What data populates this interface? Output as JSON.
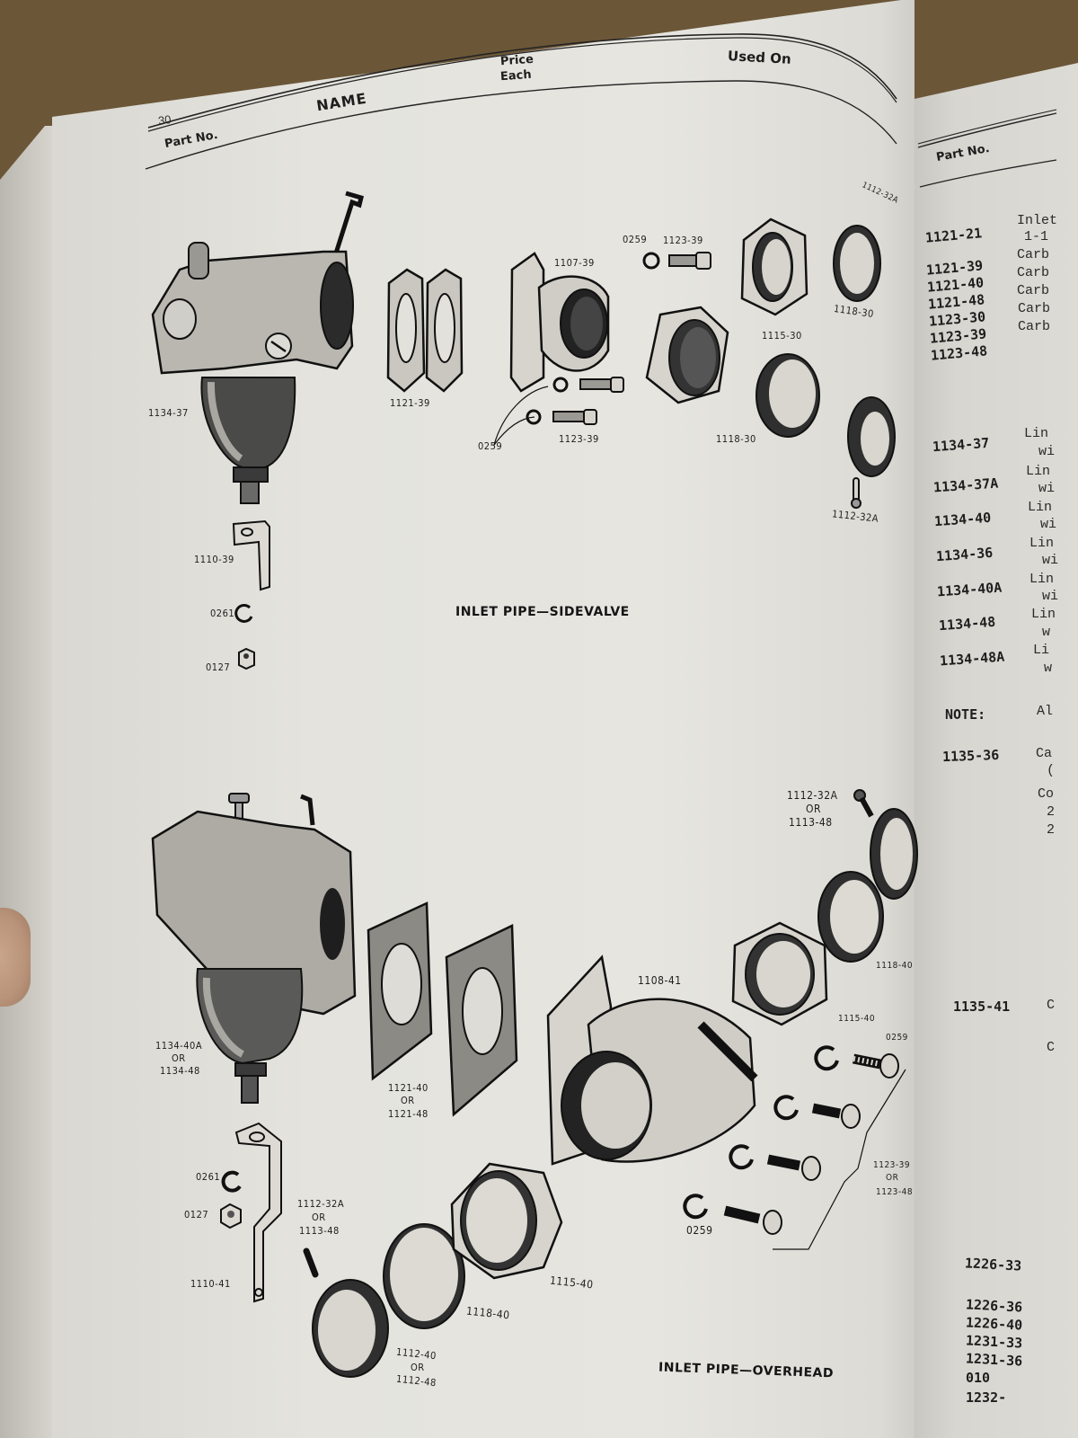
{
  "left_page": {
    "page_number": "30",
    "header": {
      "part_no": "Part No.",
      "name": "NAME",
      "price_each_line1": "Price",
      "price_each_line2": "Each",
      "used_on": "Used On"
    },
    "figure_sidevalve": {
      "caption": "INLET PIPE—SIDEVALVE",
      "labels": {
        "carburetor": "1134-37",
        "gaskets": "1121-39",
        "flange_pipe": "1107-39",
        "lockwasher_top": "0259",
        "bolt_top": "1123-39",
        "lockwasher_bottom": "0259",
        "bolt_bottom": "1123-39",
        "union_nut": "1115-30",
        "ring_bottom": "1118-30",
        "ring_top": "1118-30",
        "pin_top": "1112-32A",
        "pin_bottom": "1112-32A",
        "bracket": "1110-39",
        "washer": "0261",
        "nut": "0127"
      }
    },
    "figure_overhead": {
      "caption": "INLET PIPE—OVERHEAD",
      "labels": {
        "carburetor_line1": "1134-40A",
        "carburetor_or": "OR",
        "carburetor_line2": "1134-48",
        "gasket_line1": "1121-40",
        "gasket_or": "OR",
        "gasket_line2": "1121-48",
        "flange_pipe": "1108-41",
        "pin_top_line1": "1112-32A",
        "pin_top_or": "OR",
        "pin_top_line2": "1113-48",
        "ring_top": "1118-40",
        "union_nut_top": "1115-40",
        "lockwasher_top": "0259",
        "bolts_line1": "1123-39",
        "bolts_or": "OR",
        "bolts_line2": "1123-48",
        "lockwasher_bottom": "0259",
        "washer": "0261",
        "nut": "0127",
        "bracket": "1110-41",
        "pin_bottom_line1": "1112-32A",
        "pin_bottom_or": "OR",
        "pin_bottom_line2": "1113-48",
        "union_nut_bottom": "1115-40",
        "ring_bottom": "1118-40",
        "union_line1": "1112-40",
        "union_or": "OR",
        "union_line2": "1112-48"
      }
    }
  },
  "right_page": {
    "header": {
      "part_no": "Part No."
    },
    "entries": [
      {
        "part_no": "1121-21",
        "desc": "Inlet",
        "desc2": "1-1"
      },
      {
        "part_no": "1121-39",
        "desc": "Carb"
      },
      {
        "part_no": "1121-40",
        "desc": "Carb"
      },
      {
        "part_no": "1121-48",
        "desc": "Carb"
      },
      {
        "part_no": "1123-30",
        "desc": "Carb"
      },
      {
        "part_no": "1123-39",
        "desc": "Carb"
      },
      {
        "part_no": "1123-48",
        "desc": ""
      },
      {
        "part_no": "1134-37",
        "desc": "Lin",
        "desc2": "wi"
      },
      {
        "part_no": "1134-37A",
        "desc": "Lin",
        "desc2": "wi"
      },
      {
        "part_no": "1134-40",
        "desc": "Lin",
        "desc2": "wi"
      },
      {
        "part_no": "1134-36",
        "desc": "Lin",
        "desc2": "wi"
      },
      {
        "part_no": "1134-40A",
        "desc": "Lin",
        "desc2": "wi"
      },
      {
        "part_no": "1134-48",
        "desc": "Lin",
        "desc2": "w"
      },
      {
        "part_no": "1134-48A",
        "desc": "Li",
        "desc2": "w"
      },
      {
        "part_no": "NOTE:",
        "desc": "Al"
      },
      {
        "part_no": "1135-36",
        "desc": "Ca",
        "desc2": "(",
        "desc3": "Co",
        "desc4": "2",
        "desc5": "2"
      },
      {
        "part_no": "1135-41",
        "desc": "C",
        "desc2": "C"
      },
      {
        "part_no": "1226-33",
        "desc": ""
      },
      {
        "part_no": "1226-36",
        "desc": ""
      },
      {
        "part_no": "1226-40",
        "desc": ""
      },
      {
        "part_no": "1231-33",
        "desc": ""
      },
      {
        "part_no": "1231-36",
        "desc": ""
      },
      {
        "part_no": "010",
        "desc": ""
      },
      {
        "part_no": "1232-",
        "desc": ""
      }
    ]
  }
}
